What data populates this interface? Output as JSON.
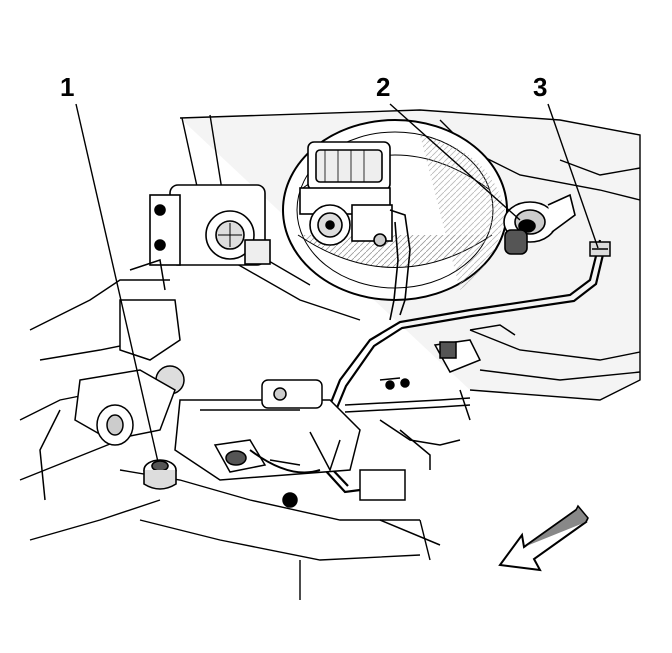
{
  "callouts": [
    {
      "number": "1",
      "target": "fitting-at-lower-left"
    },
    {
      "number": "2",
      "target": "brake-booster-check-valve"
    },
    {
      "number": "3",
      "target": "line-retaining-clip"
    }
  ],
  "icons": {
    "direction": "arrow-forward-icon"
  },
  "colors": {
    "line": "#000000",
    "shade": "#b9b9b9",
    "background": "#ffffff"
  }
}
